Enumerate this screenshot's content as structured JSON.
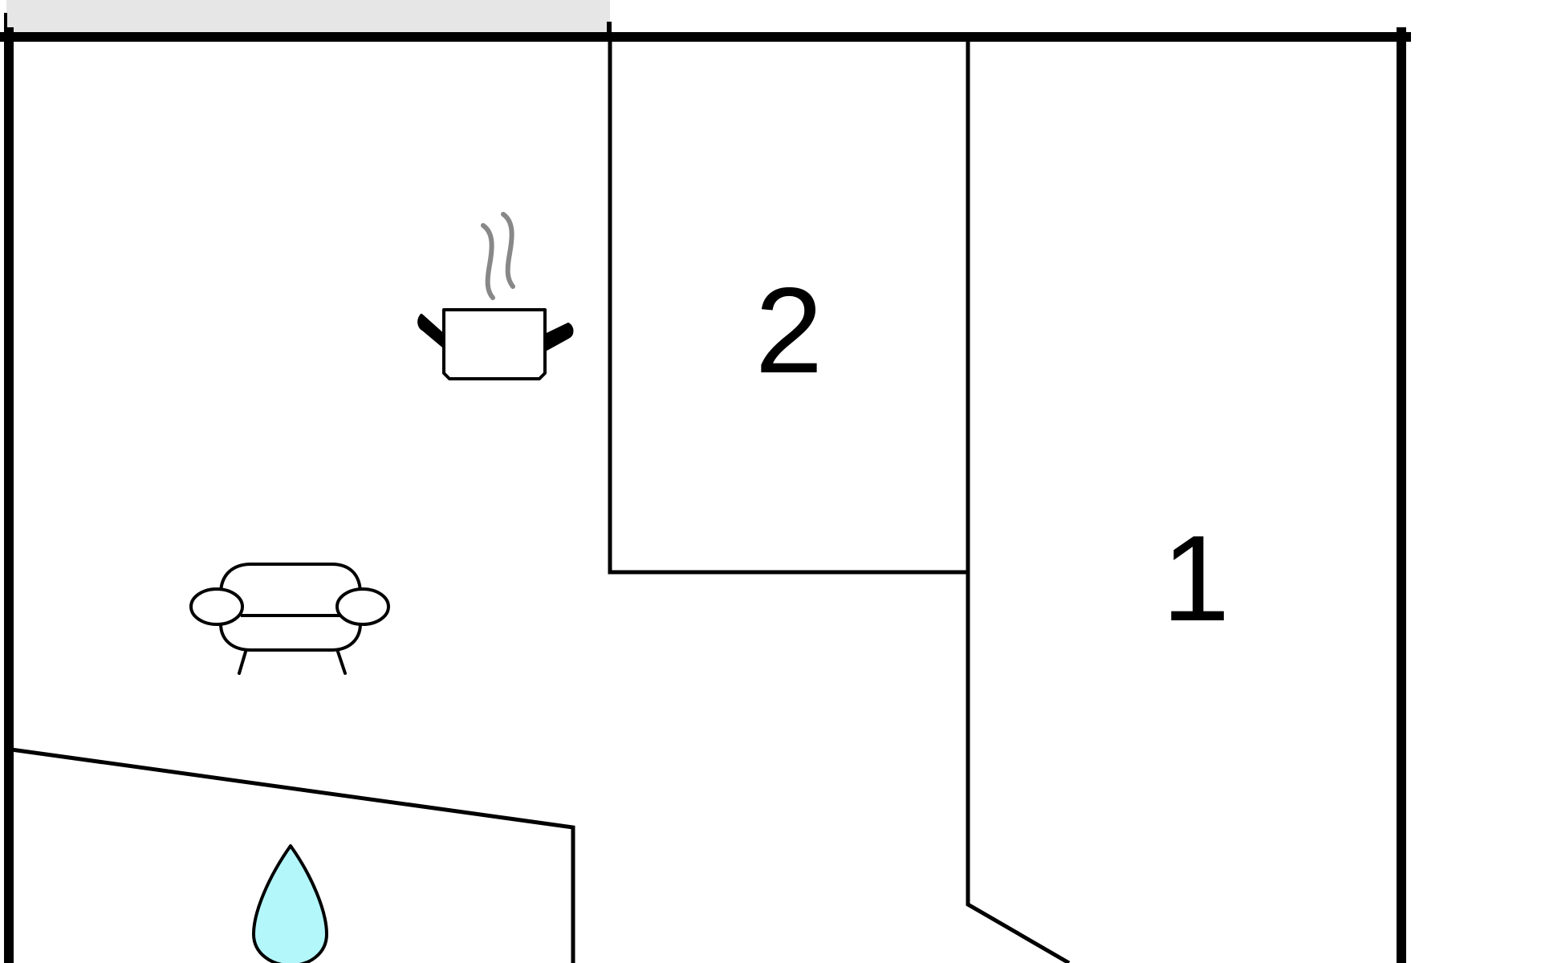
{
  "rooms": [
    {
      "id": "room-2",
      "label": "2"
    },
    {
      "id": "room-1",
      "label": "1"
    }
  ],
  "icons": [
    {
      "name": "cooking-pot-icon",
      "meaning": "kitchen"
    },
    {
      "name": "sofa-icon",
      "meaning": "living room"
    },
    {
      "name": "water-drop-icon",
      "meaning": "bathroom"
    }
  ],
  "colors": {
    "wall": "#000000",
    "background": "#ffffff",
    "top_bar": "#e6e6e6",
    "steam": "#888888",
    "water": "#b3f7fb"
  }
}
